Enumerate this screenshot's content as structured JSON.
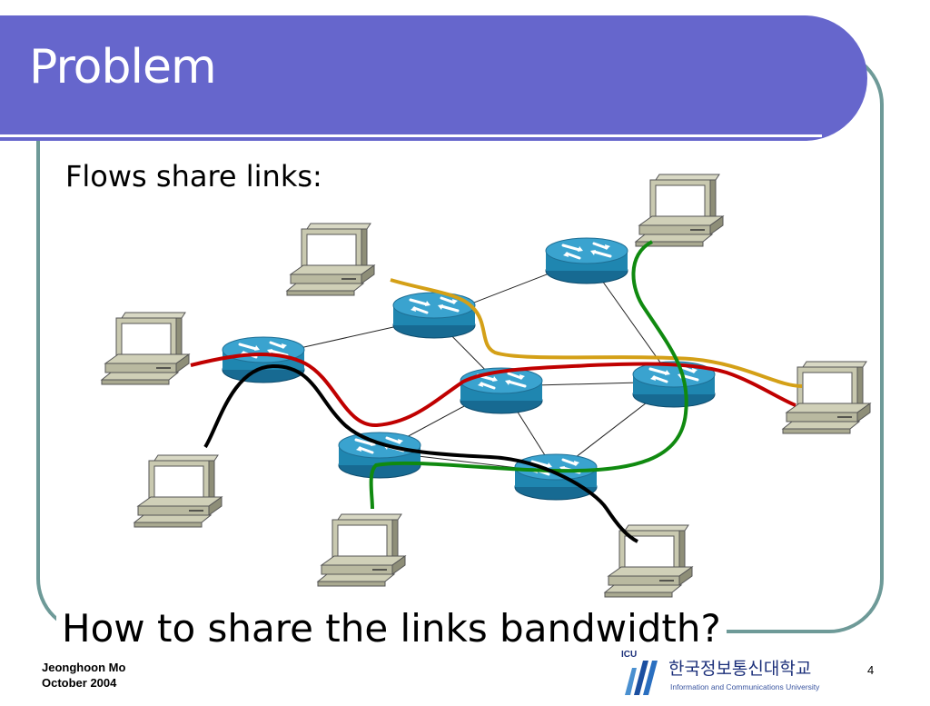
{
  "slide": {
    "title": "Problem",
    "subtitle": "Flows share links:",
    "question": "How to share the links bandwidth?",
    "author": "Jeonghoon Mo",
    "date": "October 2004",
    "page_number": "4"
  },
  "logo": {
    "abbr": "ICU",
    "korean_name": "한국정보통신대학교",
    "english_name": "Information and Communications University"
  },
  "colors": {
    "title_bar": "#6666cc",
    "frame": "#6e9a98",
    "router": "#1f86b0",
    "flow_gold": "#d4a017",
    "flow_red": "#c00000",
    "flow_green": "#108a10",
    "flow_black": "#000000"
  },
  "diagram": {
    "nodes": [
      "router",
      "computer"
    ],
    "flows": [
      "gold",
      "red",
      "green",
      "black"
    ]
  }
}
